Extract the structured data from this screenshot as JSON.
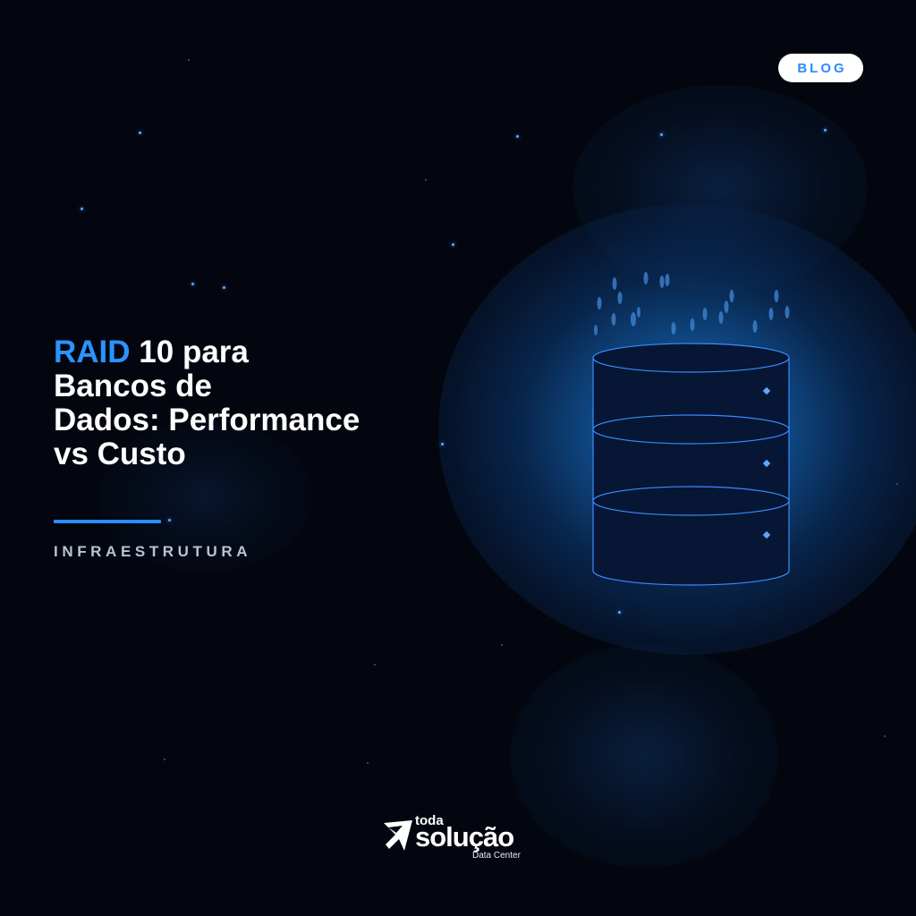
{
  "badge": {
    "label": "BLOG"
  },
  "headline": {
    "accent": "RAID",
    "line1_rest": " 10 para",
    "line2": "Bancos de",
    "line3": "Dados: Performance",
    "line4": "vs Custo"
  },
  "category": "INFRAESTRUTURA",
  "logo": {
    "small": "toda",
    "big": "solução",
    "sub": "Data Center"
  },
  "colors": {
    "background": "#03060f",
    "accent": "#2a8cff",
    "text": "#ffffff",
    "category_text": "#b9c4d6",
    "glow": "#1f80d2"
  },
  "icons": {
    "database": "database-cylinder-icon",
    "logo_mark": "logo-arrow-icon"
  }
}
